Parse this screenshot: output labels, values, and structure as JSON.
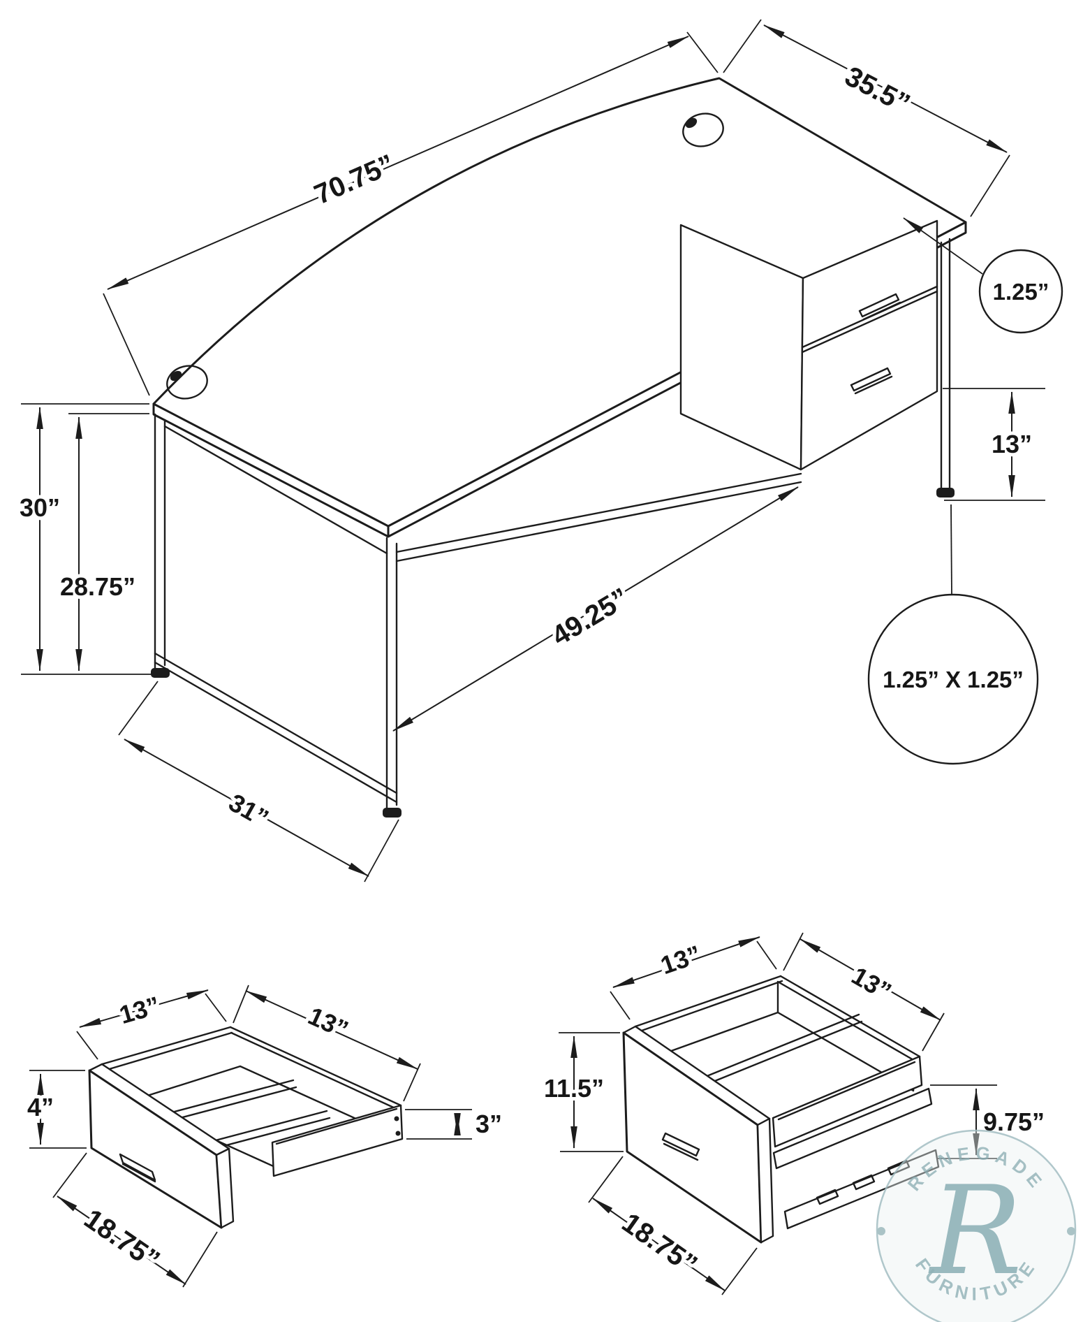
{
  "main": {
    "width": "70.75”",
    "depth": "35.5”",
    "top_thickness": "1.25”",
    "height": "30”",
    "underside_clearance": "28.75”",
    "knee_space": "49.25”",
    "end_depth": "31”",
    "leg_clearance": "13”",
    "leg_profile": "1.25” X 1.25”"
  },
  "small_drawer": {
    "depth_inner": "13”",
    "width_inner": "13”",
    "front_height": "4”",
    "side_height": "3”",
    "front_width": "18.75”"
  },
  "file_drawer": {
    "depth_inner": "13”",
    "width_inner": "13”",
    "front_height": "11.5”",
    "back_height": "9.75”",
    "front_width": "18.75”"
  },
  "watermark": {
    "line1": "RENEGADE",
    "monogram": "R",
    "line2": "FURNITURE",
    "color": "#95b4b9"
  }
}
